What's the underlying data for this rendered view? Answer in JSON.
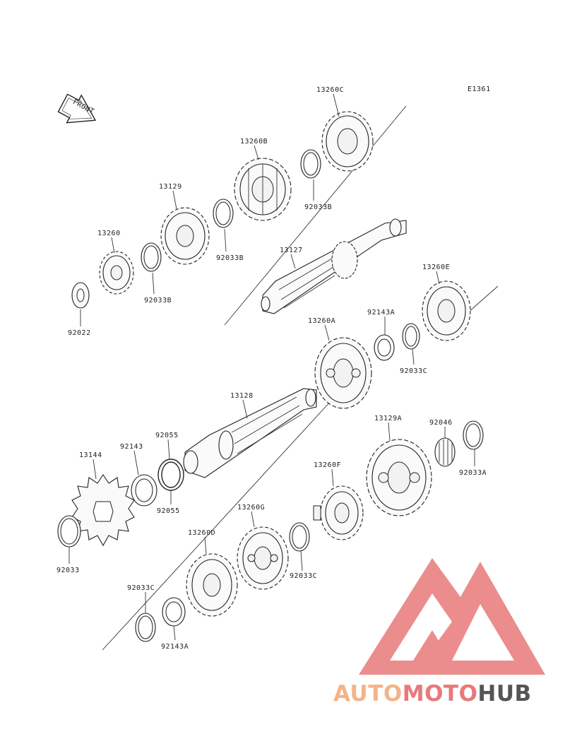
{
  "diagram_code": "E1361",
  "front_label": "FRONT",
  "labels": {
    "p13260C": "13260C",
    "p13260B": "13260B",
    "p13129": "13129",
    "p13260": "13260",
    "p92033B_1": "92033B",
    "p92033B_2": "92033B",
    "p92033B_3": "92033B",
    "p92022": "92022",
    "p13127": "13127",
    "p13260E": "13260E",
    "p92143A_1": "92143A",
    "p13260A": "13260A",
    "p92033C_1": "92033C",
    "p13128": "13128",
    "p92055_1": "92055",
    "p92055_2": "92055",
    "p92143": "92143",
    "p13144": "13144",
    "p13129A": "13129A",
    "p92046": "92046",
    "p92033A": "92033A",
    "p13260F": "13260F",
    "p13260G": "13260G",
    "p13260D": "13260D",
    "p92033C_2": "92033C",
    "p92033C_3": "92033C",
    "p92033": "92033",
    "p92143A_2": "92143A"
  },
  "watermark": {
    "part1": "AUTO",
    "part2": "MOTO",
    "part3": "HUB",
    "color_light": "#f3b486",
    "color_red": "#e8797a",
    "color_dark": "#555555"
  }
}
